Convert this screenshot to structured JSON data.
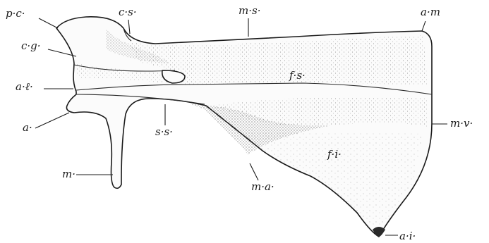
{
  "labels": {
    "pc": "p·c·",
    "cs": "c·s·",
    "ms": "m·s·",
    "am": "a·m",
    "cg": "c·g·",
    "fs": "f·s·",
    "al": "a·ℓ·",
    "a": "a·",
    "ss": "s·s·",
    "mv": "m·v·",
    "fi": "f·i·",
    "m": "m·",
    "ma": "m·a·",
    "ai": "a·i·"
  },
  "colors": {
    "ink": "#1a1a1a",
    "paper": "#ffffff",
    "stipple": "#444444"
  }
}
